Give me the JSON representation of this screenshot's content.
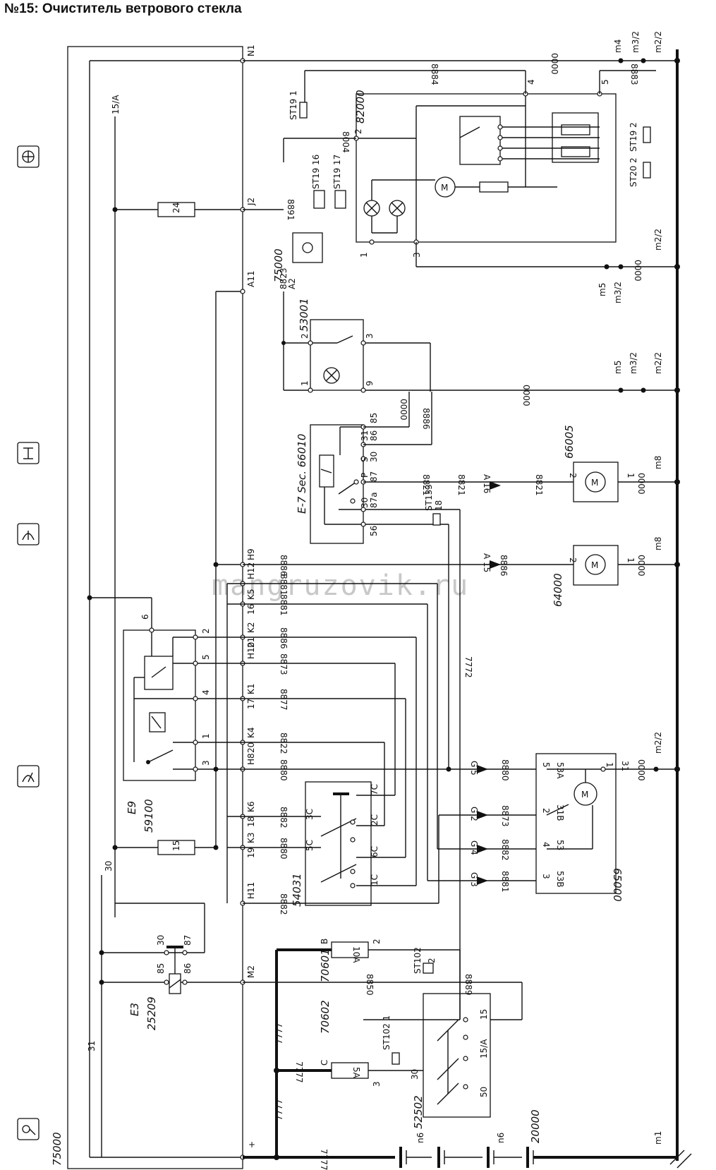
{
  "title": "№15: Очиститель ветрового стекла",
  "watermark": "mangruzovik.ru",
  "frame": {
    "code": "75000",
    "bus31": "31",
    "bus30": "30",
    "bus15A": "15/A",
    "plus": "+"
  },
  "connectors_left": [
    {
      "pin": "N1"
    },
    {
      "pin": "J2"
    },
    {
      "pin": "A11"
    },
    {
      "pin": "H9"
    },
    {
      "pin": "H12"
    },
    {
      "pin": "K5"
    },
    {
      "pin": "K2"
    },
    {
      "pin": "H10"
    },
    {
      "pin": "K1"
    },
    {
      "pin": "K4"
    },
    {
      "pin": "H8"
    },
    {
      "pin": "K6"
    },
    {
      "pin": "K3"
    },
    {
      "pin": "H11"
    },
    {
      "pin": "M2"
    }
  ],
  "splices": {
    "16": "16",
    "21": "21",
    "17": "17",
    "20": "20",
    "18": "18",
    "19": "19"
  },
  "fuses": {
    "f24": "24",
    "f15": "15",
    "f10": "10A",
    "f5": "5A"
  },
  "modules": {
    "e9": {
      "name": "E9",
      "code": "59100",
      "pins": [
        "6",
        "2",
        "5",
        "4",
        "1",
        "3"
      ]
    },
    "e3": {
      "name": "E3",
      "code": "25209",
      "pins": [
        "30",
        "87",
        "85",
        "86"
      ]
    },
    "sw54031": {
      "code": "54031",
      "pins": [
        "3C",
        "5C",
        "2C",
        "6C",
        "1C",
        "7C"
      ]
    },
    "motor65000": {
      "code": "65000",
      "pins": [
        "53A",
        "31B",
        "53",
        "53B",
        "5",
        "2",
        "4",
        "3",
        "1",
        "31"
      ]
    },
    "relay66010": {
      "code": "E-7 Sec. 66010",
      "pins": [
        "85",
        "31",
        "86",
        "S",
        "30",
        "P",
        "87",
        "87a",
        "30",
        "56"
      ]
    },
    "lamp53001": {
      "code": "53001",
      "pins": [
        "2",
        "1",
        "3",
        "9"
      ]
    },
    "unit82000": {
      "code": "82000",
      "pins": [
        "4",
        "5",
        "2",
        "1",
        "3"
      ]
    },
    "m64000": {
      "code": "64000",
      "pins": [
        "2",
        "1"
      ]
    },
    "m66005": {
      "code": "66005",
      "pins": [
        "2",
        "1"
      ]
    },
    "ign52502": {
      "code": "52502",
      "pins": [
        "30",
        "15/A",
        "15",
        "50",
        "3"
      ]
    },
    "fuse70601": {
      "code": "70601",
      "pins": [
        "B",
        "2"
      ]
    },
    "fuse70602": {
      "code": "70602",
      "pins": [
        "C",
        "3"
      ]
    },
    "battery": {
      "code": "20000",
      "cells": [
        "n6",
        "n6"
      ]
    },
    "lamp75000": {
      "code": "75000",
      "pin": "A2"
    }
  },
  "wires": {
    "0000": "0000",
    "8884": "8884",
    "8883": "8883",
    "8004": "8004",
    "8891": "8891",
    "8823": "8823",
    "8886": "8886",
    "8821": "8821",
    "8881": "8881",
    "8873": "8873",
    "8877": "8877",
    "8822": "8822",
    "8880": "8880",
    "8882": "8882",
    "7772": "7772",
    "8850": "8850",
    "8889": "8889",
    "7777": "7777"
  },
  "wire_suffix": {
    "s6": "6",
    "s10": "10"
  },
  "grounds": {
    "m4": "m4",
    "m32": "m3/2",
    "m22": "m2/2",
    "m5": "m5",
    "m8": "m8",
    "m1": "m1"
  },
  "markers": {
    "A16": "A 16",
    "A15": "A 15",
    "G5": "G 5",
    "G2": "G 2",
    "G4": "G 4",
    "G3": "G 3"
  },
  "st_labels": {
    "st191": "ST19 1",
    "st1916": "ST19 16",
    "st1917": "ST19 17",
    "st192": "ST19 2",
    "st202": "ST20 2",
    "st133": "ST133",
    "st133n": "18",
    "st102": "ST102",
    "st102n": "2",
    "st1021": "ST102 1"
  },
  "icons": [
    "fan-icon",
    "washer-icon",
    "wiper-icon",
    "wiper-interval-icon",
    "timer-icon"
  ]
}
